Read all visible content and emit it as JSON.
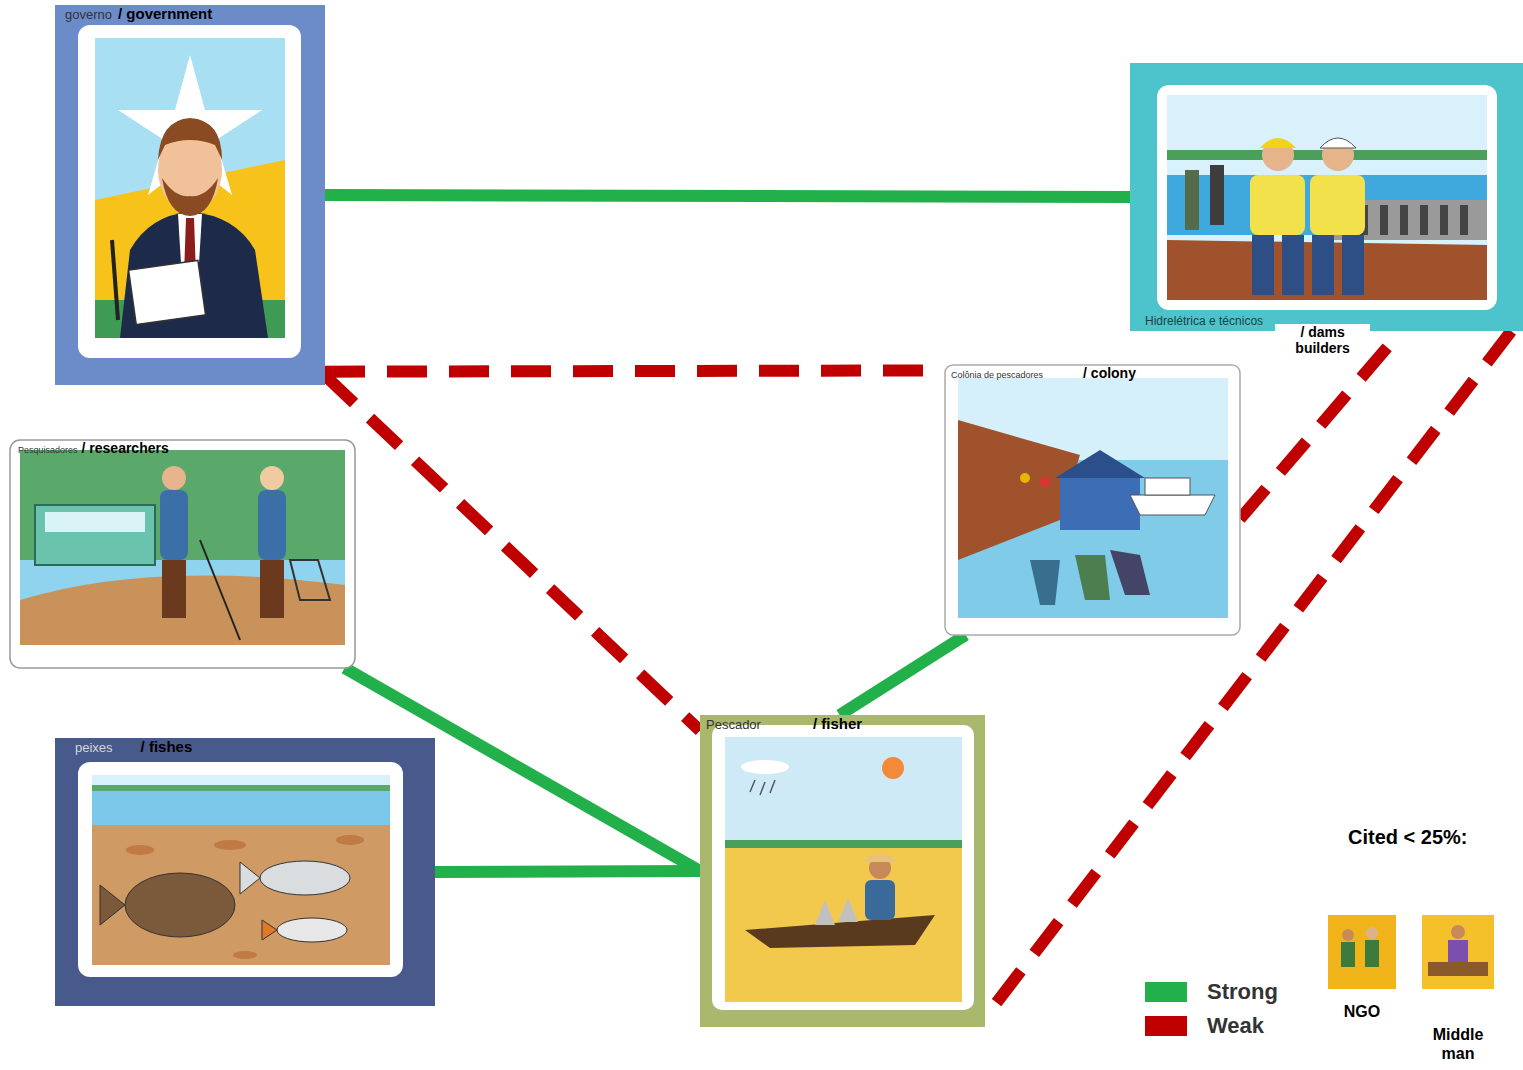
{
  "diagram": {
    "nodes": [
      {
        "text": [
          "governo",
          "/ government"
        ]
      },
      {
        "text": [
          "Hidrelétrica e técnicos",
          "/ dams builders"
        ]
      },
      {
        "text": [
          "Colônia de pescadores",
          "/ colony"
        ]
      },
      {
        "text": [
          "Pesquisadores",
          "/ researchers"
        ]
      },
      {
        "text": [
          "peixes",
          "/ fishes"
        ]
      },
      {
        "text": [
          "Pescador",
          "/ fisher"
        ]
      },
      {
        "text": [
          "NGO"
        ]
      },
      {
        "text": [
          "Middle man"
        ]
      }
    ],
    "edges": [
      {
        "from": 0,
        "to": 1,
        "arrow": "none"
      },
      {
        "from": 0,
        "to": 2,
        "arrow": "none"
      },
      {
        "from": 0,
        "to": 5,
        "arrow": "none"
      },
      {
        "from": 2,
        "to": 1,
        "arrow": "none"
      },
      {
        "from": 1,
        "to": 5,
        "arrow": "none"
      },
      {
        "from": 3,
        "to": 5,
        "arrow": "none"
      },
      {
        "from": 4,
        "to": 5,
        "arrow": "none"
      },
      {
        "from": 2,
        "to": 5,
        "arrow": "none"
      }
    ],
    "labels": [
      "Cited < 25%:"
    ],
    "legend": [
      {
        "text": "Strong",
        "color": "#22b04b"
      },
      {
        "text": "Weak",
        "color": "#c00000"
      }
    ]
  }
}
